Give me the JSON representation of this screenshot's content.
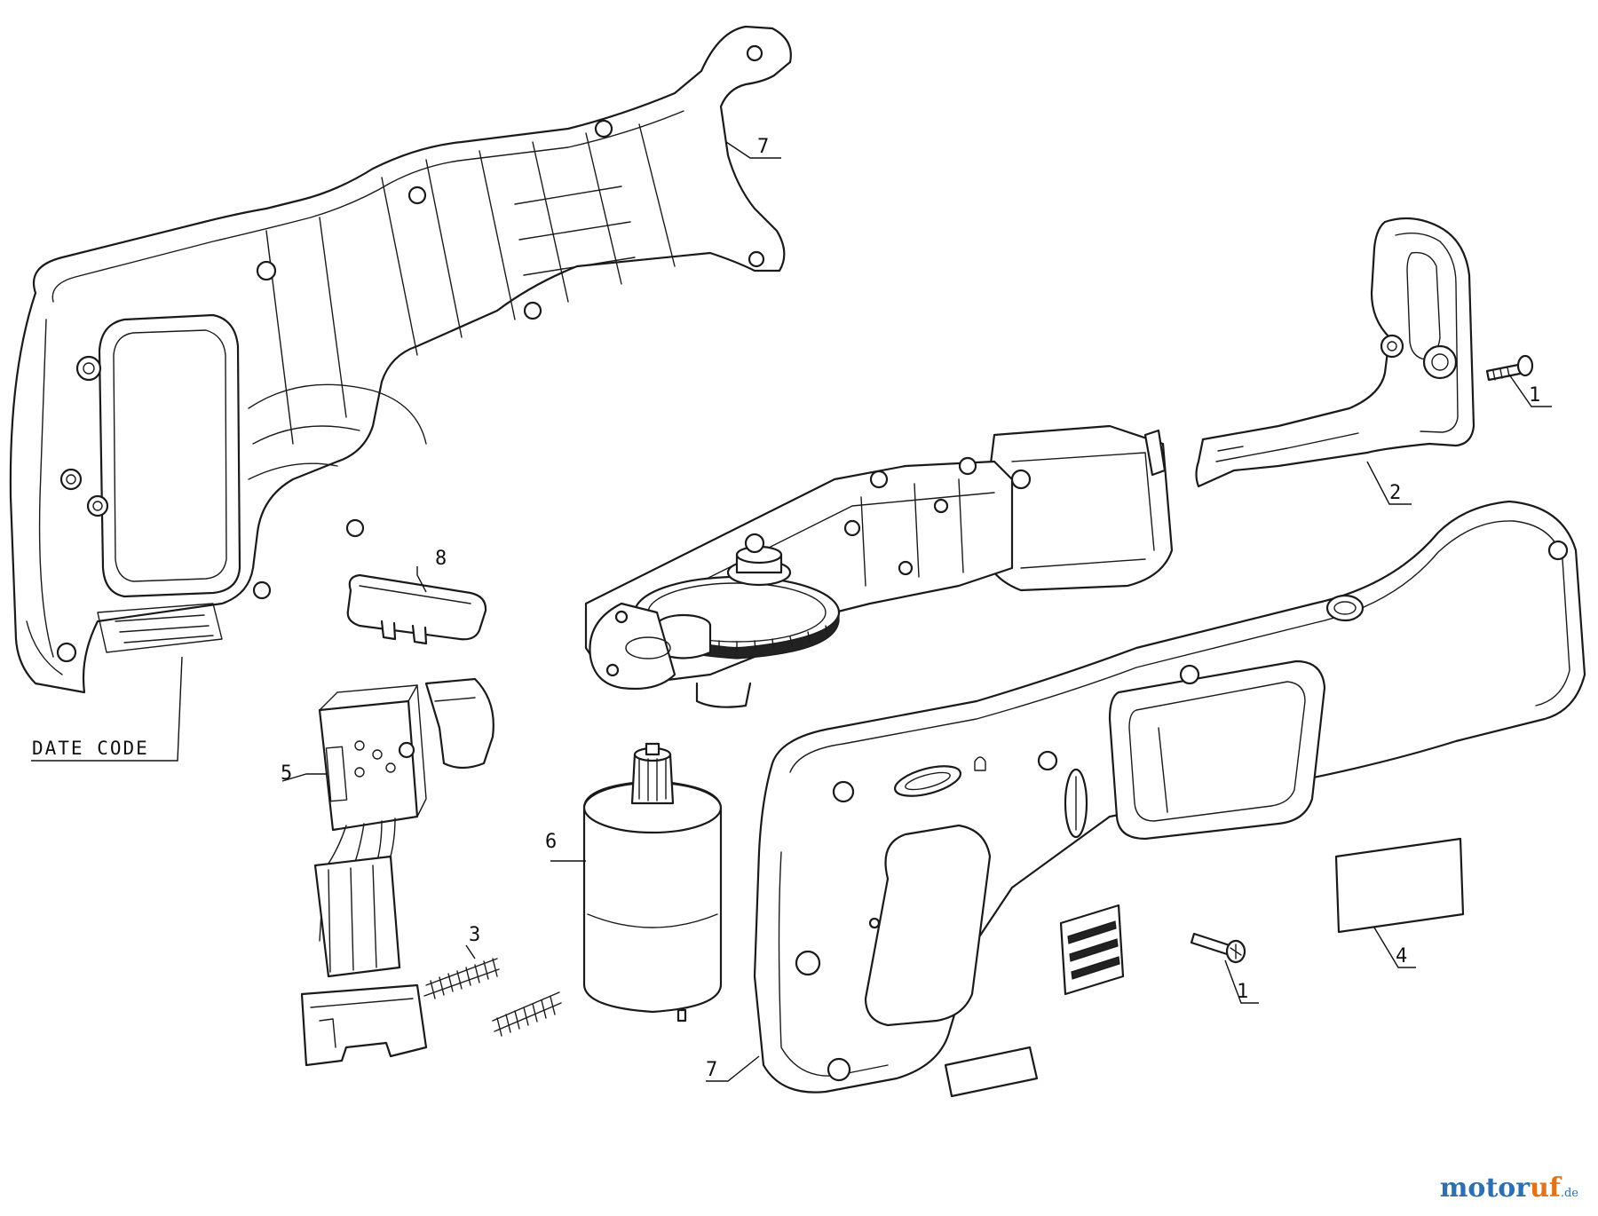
{
  "diagram": {
    "callouts": {
      "screw_top": "1",
      "screw_bottom": "1",
      "handle_bracket": "2",
      "spring": "3",
      "label_plate": "4",
      "switch": "5",
      "motor": "6",
      "housing_left": "7",
      "housing_right": "7",
      "battery_contact": "8",
      "date_code": "DATE CODE"
    }
  },
  "watermark": {
    "main": "motor",
    "accent": "uf",
    "suffix": ".de"
  }
}
